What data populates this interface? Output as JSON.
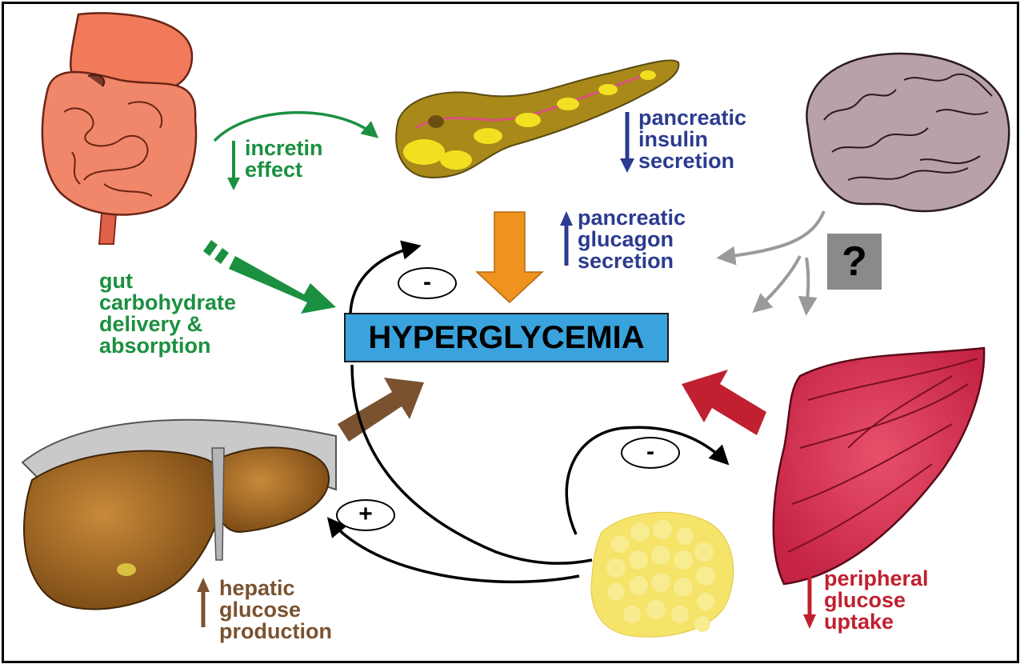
{
  "center": {
    "label": "HYPERGLYCEMIA"
  },
  "labels": {
    "incretin": [
      "incretin",
      "effect"
    ],
    "gut": [
      "gut",
      "carbohydrate",
      "delivery &",
      "absorption"
    ],
    "insulin": [
      "pancreatic",
      "insulin",
      "secretion"
    ],
    "glucagon": [
      "pancreatic",
      "glucagon",
      "secretion"
    ],
    "hepatic": [
      "hepatic",
      "glucose",
      "production"
    ],
    "peripheral": [
      "peripheral",
      "glucose",
      "uptake"
    ]
  },
  "signs": {
    "upper_minus": "-",
    "lower_minus": "-",
    "plus": "+"
  },
  "question": "?",
  "colors": {
    "gut": "#1b9040",
    "pancreas_text": "#2b3b8f",
    "pancreas_arrow": "#f0921e",
    "liver": "#7a5230",
    "muscle": "#c02030",
    "center_box": "#3aa3dd",
    "brain_arrows": "#9a9a9a"
  },
  "icons": {
    "gut": "intestine-icon",
    "pancreas": "pancreas-icon",
    "brain": "brain-icon",
    "liver": "liver-icon",
    "muscle": "muscle-icon",
    "fat": "adipose-tissue-icon"
  }
}
